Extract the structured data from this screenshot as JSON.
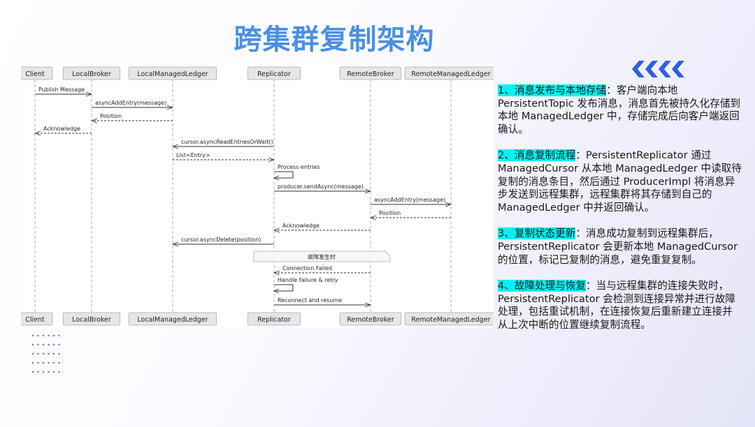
{
  "title": "跨集群复制架构",
  "diagram": {
    "participants": [
      "Client",
      "LocalBroker",
      "LocalManagedLedger",
      "Replicator",
      "RemoteBroker",
      "RemoteManagedLedger"
    ],
    "messages": [
      {
        "label": "Publish Message",
        "from": 0,
        "to": 1,
        "style": "solid"
      },
      {
        "label": "asyncAddEntry(message)",
        "from": 1,
        "to": 2,
        "style": "solid"
      },
      {
        "label": "Position",
        "from": 2,
        "to": 1,
        "style": "dashed"
      },
      {
        "label": "Acknowledge",
        "from": 1,
        "to": 0,
        "style": "dashed"
      },
      {
        "label": "cursor.asyncReadEntriesOrWait()",
        "from": 3,
        "to": 2,
        "style": "solid"
      },
      {
        "label": "List<Entry>",
        "from": 2,
        "to": 3,
        "style": "dashed"
      },
      {
        "label": "Process entries",
        "from": 3,
        "to": 3,
        "style": "self"
      },
      {
        "label": "producer.sendAsync(message)",
        "from": 3,
        "to": 4,
        "style": "solid"
      },
      {
        "label": "asyncAddEntry(message)",
        "from": 4,
        "to": 5,
        "style": "solid"
      },
      {
        "label": "Position",
        "from": 5,
        "to": 4,
        "style": "dashed"
      },
      {
        "label": "Acknowledge",
        "from": 4,
        "to": 3,
        "style": "dashed"
      },
      {
        "label": "cursor.asyncDelete(position)",
        "from": 3,
        "to": 2,
        "style": "solid"
      },
      {
        "label": "故障发生时",
        "style": "note"
      },
      {
        "label": "Connection Failed",
        "from": 4,
        "to": 3,
        "style": "dashed"
      },
      {
        "label": "Handle failure & retry",
        "from": 3,
        "to": 3,
        "style": "self"
      },
      {
        "label": "Reconnect and resume",
        "from": 3,
        "to": 4,
        "style": "solid"
      }
    ]
  },
  "points": [
    {
      "heading": "1、消息发布与本地存储",
      "body": "：客户端向本地 PersistentTopic 发布消息，消息首先被持久化存储到本地 ManagedLedger 中，存储完成后向客户端返回确认。"
    },
    {
      "heading": "2、消息复制流程",
      "body": "：PersistentReplicator 通过 ManagedCursor 从本地 ManagedLedger 中读取待复制的消息条目，然后通过 ProducerImpl 将消息异步发送到远程集群，远程集群将其存储到自己的 ManagedLedger 中并返回确认。"
    },
    {
      "heading": "3、复制状态更新",
      "body": "：消息成功复制到远程集群后，PersistentReplicator 会更新本地 ManagedCursor 的位置，标记已复制的消息，避免重复复制。"
    },
    {
      "heading": "4、故障处理与恢复",
      "body": "：当与远程集群的连接失败时，PersistentReplicator 会检测到连接异常并进行故障处理，包括重试机制，在连接恢复后重新建立连接并从上次中断的位置继续复制流程。"
    }
  ],
  "colors": {
    "title": "#4a90e2",
    "highlight": "#00f2f2",
    "chevron": "#2f5fe0"
  }
}
